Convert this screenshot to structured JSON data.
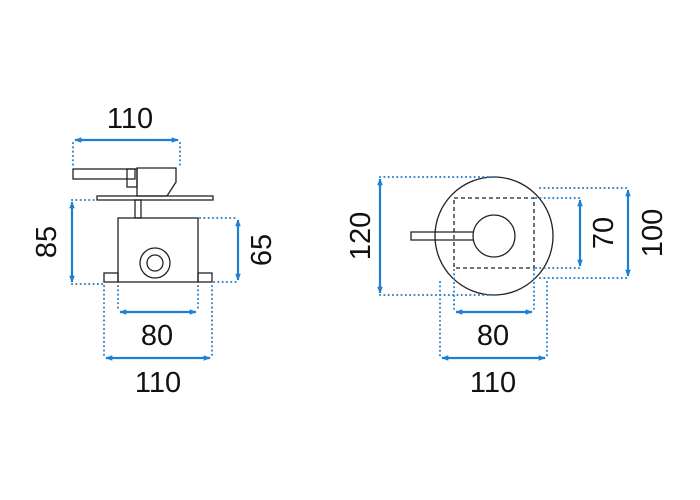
{
  "colors": {
    "dimension": "#1e7fd0",
    "outline": "#222222",
    "text": "#111111"
  },
  "side_view": {
    "handle_width": "110",
    "total_height": "85",
    "body_height": "65",
    "body_width": "80",
    "plate_width": "110"
  },
  "front_view": {
    "plate_diameter": "120",
    "box_height": "70",
    "outer_height": "100",
    "box_width": "80",
    "plate_width": "110"
  }
}
